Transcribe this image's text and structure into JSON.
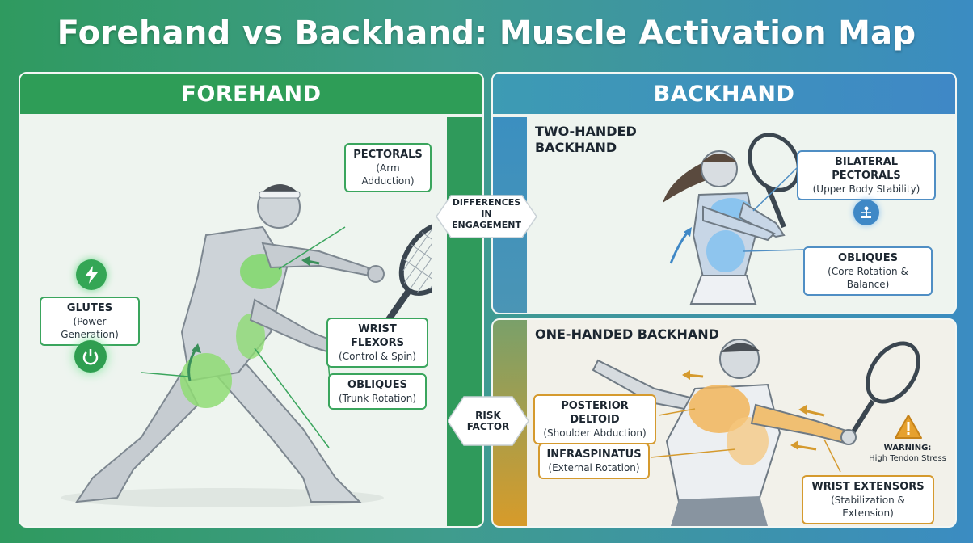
{
  "title": "Forehand vs Backhand: Muscle Activation Map",
  "forehand": {
    "header": "FOREHAND",
    "labels": {
      "pectorals": {
        "name": "PECTORALS",
        "desc": "(Arm Adduction)"
      },
      "glutes": {
        "name": "GLUTES",
        "desc": "(Power Generation)"
      },
      "wrist_flexors": {
        "name": "WRIST FLEXORS",
        "desc": "(Control & Spin)"
      },
      "obliques": {
        "name": "OBLIQUES",
        "desc": "(Trunk Rotation)"
      }
    },
    "icons": [
      "lightning-icon",
      "power-icon"
    ],
    "accent": "#2e9d57"
  },
  "backhand": {
    "header": "BACKHAND",
    "two_handed": {
      "title_line1": "TWO-HANDED",
      "title_line2": "BACKHAND",
      "labels": {
        "bilateral_pectorals": {
          "name": "BILATERAL PECTORALS",
          "desc": "(Upper Body Stability)"
        },
        "obliques": {
          "name": "OBLIQUES",
          "desc": "(Core Rotation & Balance)"
        }
      },
      "icon": "balance-icon",
      "accent": "#3f88c6"
    },
    "one_handed": {
      "title": "ONE-HANDED BACKHAND",
      "labels": {
        "posterior_deltoid": {
          "name": "POSTERIOR DELTOID",
          "desc": "(Shoulder Abduction)"
        },
        "infraspinatus": {
          "name": "INFRASPINATUS",
          "desc": "(External Rotation)"
        },
        "wrist_extensors": {
          "name": "WRIST EXTENSORS",
          "desc": "(Stabilization & Extension)"
        }
      },
      "warning": {
        "title": "WARNING:",
        "text": "High Tendon Stress"
      },
      "accent": "#d59a2e"
    }
  },
  "connectors": {
    "differences": {
      "line1": "DIFFERENCES",
      "line2": "IN",
      "line3": "ENGAGEMENT"
    },
    "risk": {
      "line1": "RISK",
      "line2": "FACTOR"
    }
  }
}
